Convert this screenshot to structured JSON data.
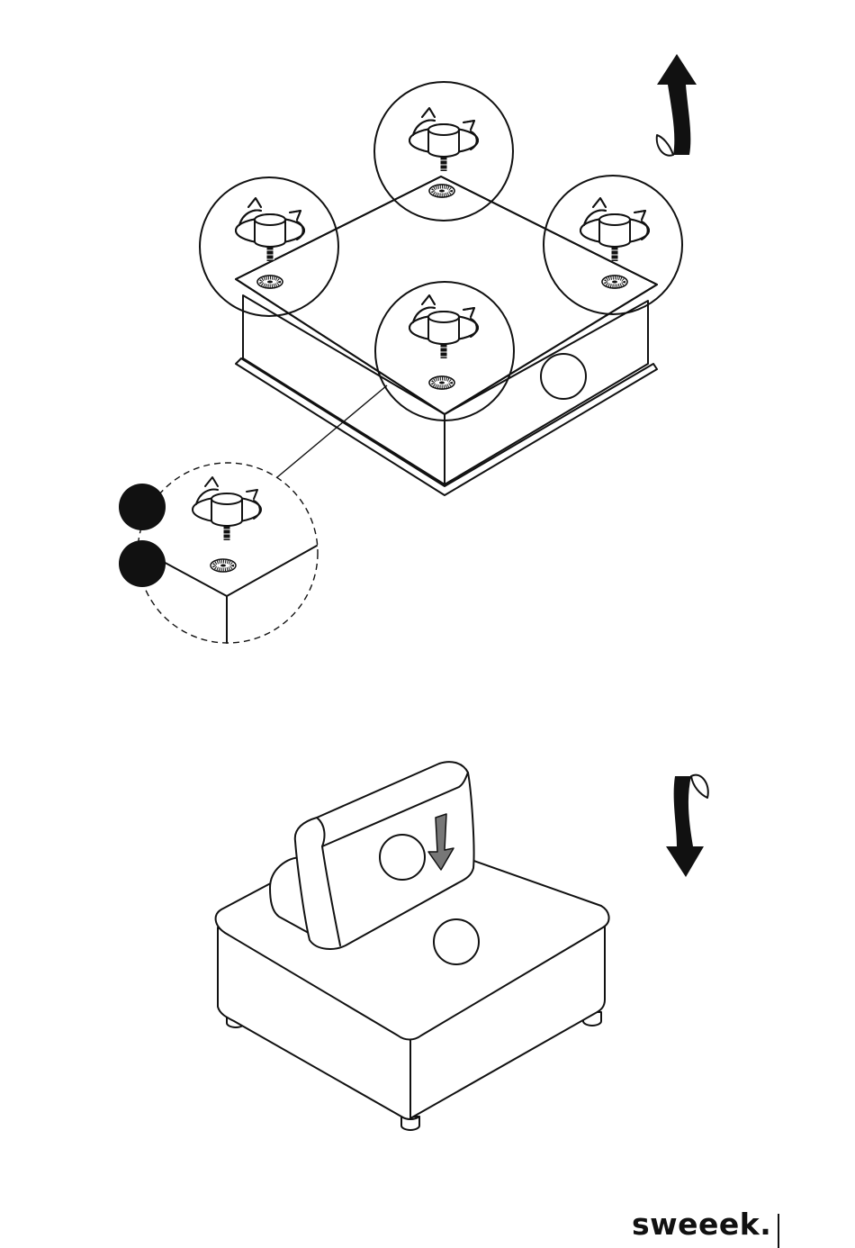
{
  "brand": {
    "name": "sweeek."
  },
  "colors": {
    "ink": "#111111",
    "arrow_fill": "#777777",
    "background": "#ffffff"
  },
  "steps": [
    {
      "id": "step-1",
      "action": "screw-feet-into-base",
      "rotation": "flip-up",
      "feet_count": 4,
      "detail_markers": [
        "filled-circle",
        "filled-circle"
      ]
    },
    {
      "id": "step-2",
      "action": "insert-backrest",
      "rotation": "flip-down",
      "part_markers": 2
    }
  ],
  "icons": [
    "rotate-up-icon",
    "rotate-down-icon",
    "insert-arrow-icon",
    "screw-foot-icon"
  ]
}
